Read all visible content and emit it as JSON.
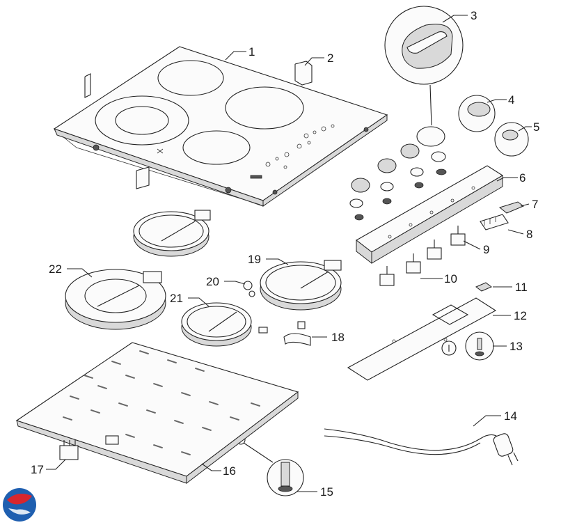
{
  "callouts": {
    "c1": "1",
    "c2": "2",
    "c3": "3",
    "c4": "4",
    "c5": "5",
    "c6": "6",
    "c7": "7",
    "c8": "8",
    "c9": "9",
    "c10": "10",
    "c11": "11",
    "c12": "12",
    "c13": "13",
    "c14": "14",
    "c15": "15",
    "c16": "16",
    "c17": "17",
    "c18": "18",
    "c19": "19",
    "c20": "20",
    "c21": "21",
    "c22": "22"
  },
  "colors": {
    "logo_red": "#d8262e",
    "logo_blue": "#1f5fb0",
    "line": "#222222"
  }
}
